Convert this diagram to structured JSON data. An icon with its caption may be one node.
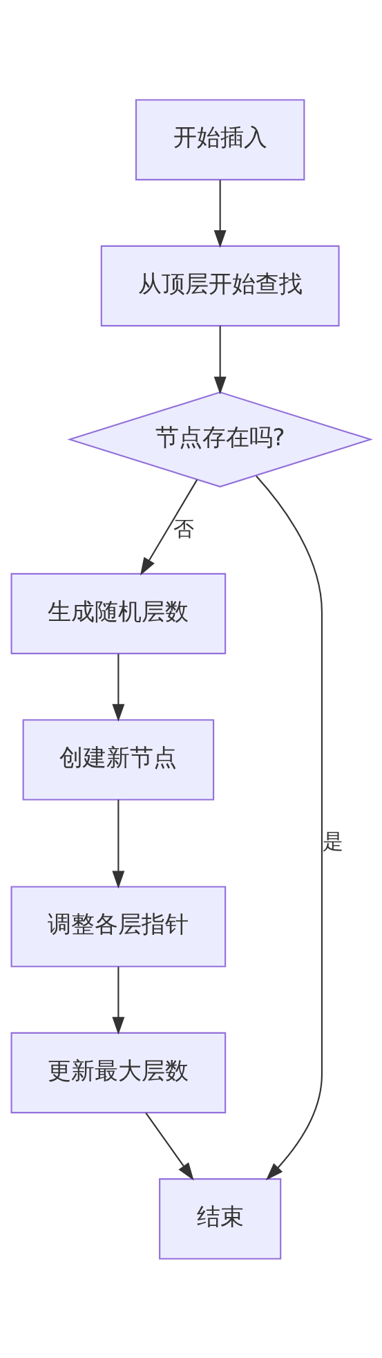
{
  "diagram": {
    "nodes": [
      {
        "text": [
          "开始插入"
        ]
      },
      {
        "text": [
          "从顶层开始查找"
        ]
      },
      {
        "text": [
          "节点存在吗?"
        ]
      },
      {
        "text": [
          "生成随机层数"
        ]
      },
      {
        "text": [
          "创建新节点"
        ]
      },
      {
        "text": [
          "调整各层指针"
        ]
      },
      {
        "text": [
          "更新最大层数"
        ]
      },
      {
        "text": [
          "结束"
        ]
      }
    ],
    "edges": [
      {
        "from": 0,
        "to": 1,
        "arrow": "to"
      },
      {
        "from": 1,
        "to": 2,
        "arrow": "to"
      },
      {
        "from": 2,
        "to": 7,
        "arrow": "to",
        "label": "是"
      },
      {
        "from": 2,
        "to": 3,
        "arrow": "to",
        "label": "否"
      },
      {
        "from": 3,
        "to": 4,
        "arrow": "to"
      },
      {
        "from": 4,
        "to": 5,
        "arrow": "to"
      },
      {
        "from": 5,
        "to": 6,
        "arrow": "to"
      },
      {
        "from": 6,
        "to": 7,
        "arrow": "to"
      }
    ]
  }
}
